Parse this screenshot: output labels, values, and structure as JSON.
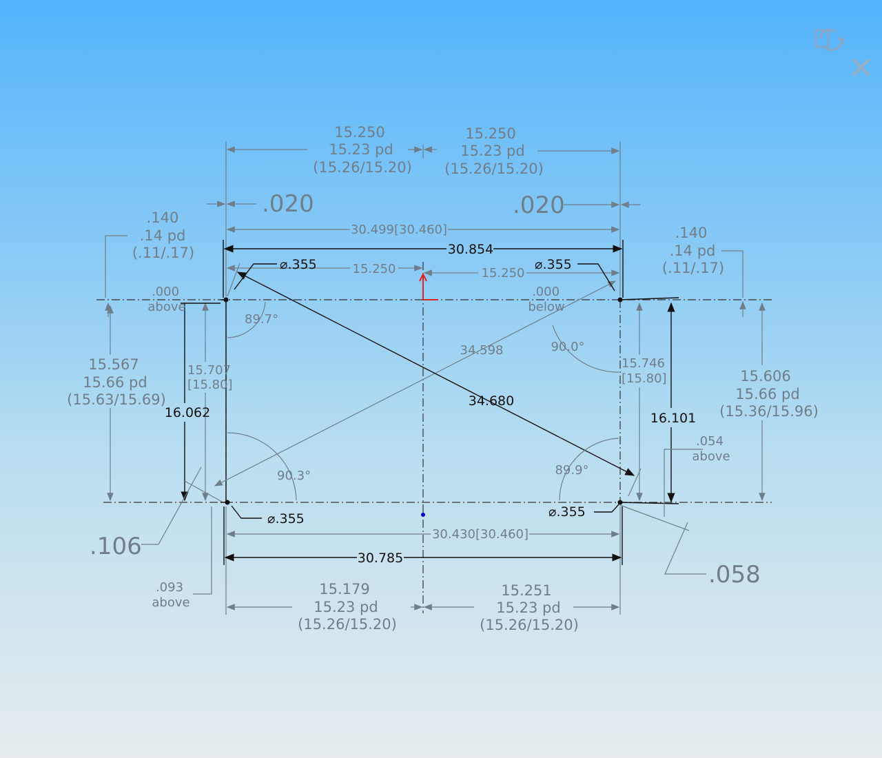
{
  "top_dims": {
    "left": {
      "nominal": "15.250",
      "pd": "15.23 pd",
      "tol": "(15.26/15.20)"
    },
    "right": {
      "nominal": "15.250",
      "pd": "15.23 pd",
      "tol": "(15.26/15.20)"
    }
  },
  "offsets": {
    "top_left": ".020",
    "top_right": ".020",
    "bottom_left": ".106",
    "bottom_right": ".058"
  },
  "overall": {
    "top_ref": "30.499[30.460]",
    "top_actual": "30.854",
    "bottom_ref": "30.430[30.460]",
    "bottom_actual": "30.785",
    "half_top_left": "15.250",
    "half_top_right": "15.250"
  },
  "holes": {
    "tl": "⌀.355",
    "tr": "⌀.355",
    "bl": "⌀.355",
    "br": "⌀.355"
  },
  "left_corner": {
    "nominal": ".140",
    "pd": ".14 pd",
    "tol": "(.11/.17)",
    "offset": ".000",
    "offset_label": "above"
  },
  "right_corner": {
    "nominal": ".140",
    "pd": ".14 pd",
    "tol": "(.11/.17)",
    "offset": ".000",
    "offset_label": "below"
  },
  "angles": {
    "tl": "89.7°",
    "tr": "90.0°",
    "bl": "90.3°",
    "br": "89.9°"
  },
  "diagonals": {
    "d1": "34.598",
    "d2": "34.680"
  },
  "left_side": {
    "nominal": "15.567",
    "pd": "15.66 pd",
    "tol": "(15.63/15.69)",
    "inner": "15.707",
    "inner_ref": "[15.80]",
    "actual": "16.062"
  },
  "right_side": {
    "nominal": "15.606",
    "pd": "15.66 pd",
    "tol": "(15.36/15.96)",
    "inner": "15.746",
    "inner_ref": "[15.80]",
    "actual": "16.101",
    "offset": ".054",
    "offset_label": "above"
  },
  "bottom_left_note": {
    "value": ".093",
    "label": "above"
  },
  "bottom_dims": {
    "left": {
      "nominal": "15.179",
      "pd": "15.23 pd",
      "tol": "(15.26/15.20)"
    },
    "right": {
      "nominal": "15.251",
      "pd": "15.23 pd",
      "tol": "(15.26/15.20)"
    }
  },
  "toolbar": {
    "rebuild_icon": "rebuild-icon",
    "close_icon": "close-icon"
  }
}
